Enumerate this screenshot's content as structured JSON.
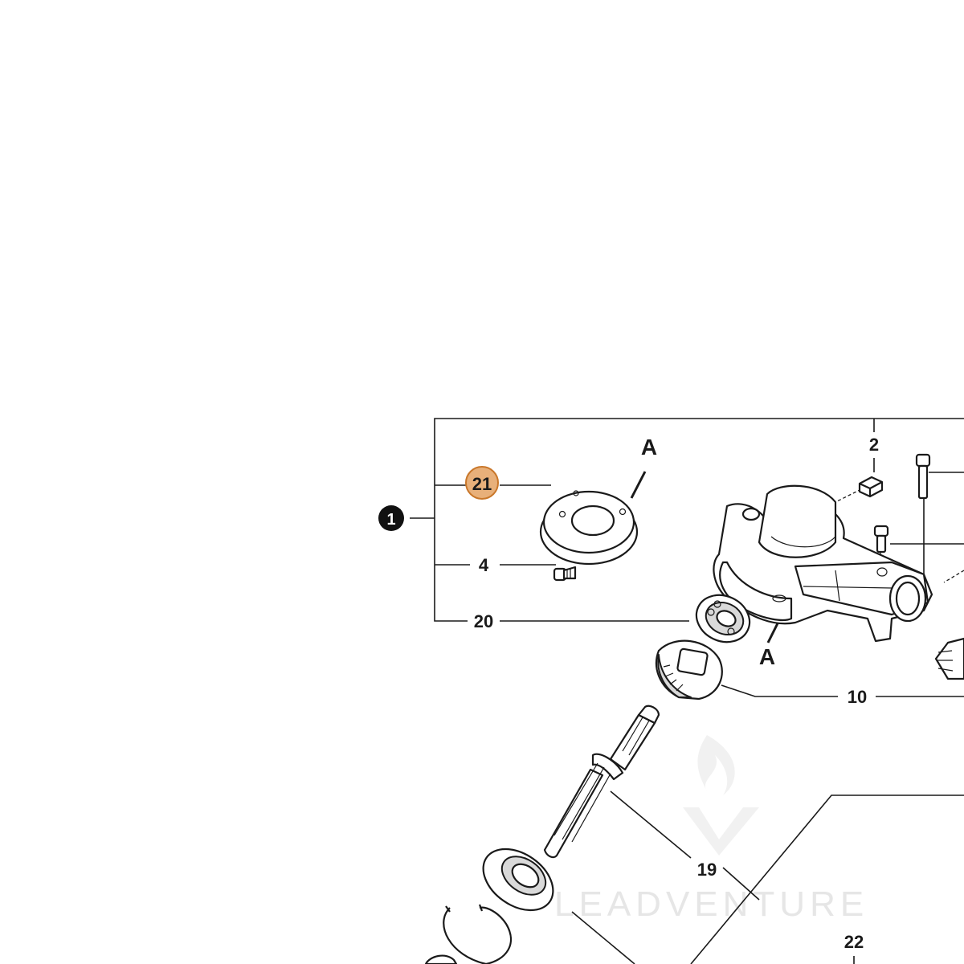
{
  "diagram": {
    "labels": {
      "assembly": "1",
      "screw_top": "2",
      "screw_small": "4",
      "gear": "10",
      "shaft": "19",
      "bearing": "20",
      "cover_plate": "21",
      "bracket": "22",
      "ref_a_top": "A",
      "ref_a_bottom": "A"
    },
    "highlight_color": "#e8b07a",
    "highlight_border": "#c9772a"
  },
  "watermark": {
    "text": "LEADVENTURE"
  }
}
